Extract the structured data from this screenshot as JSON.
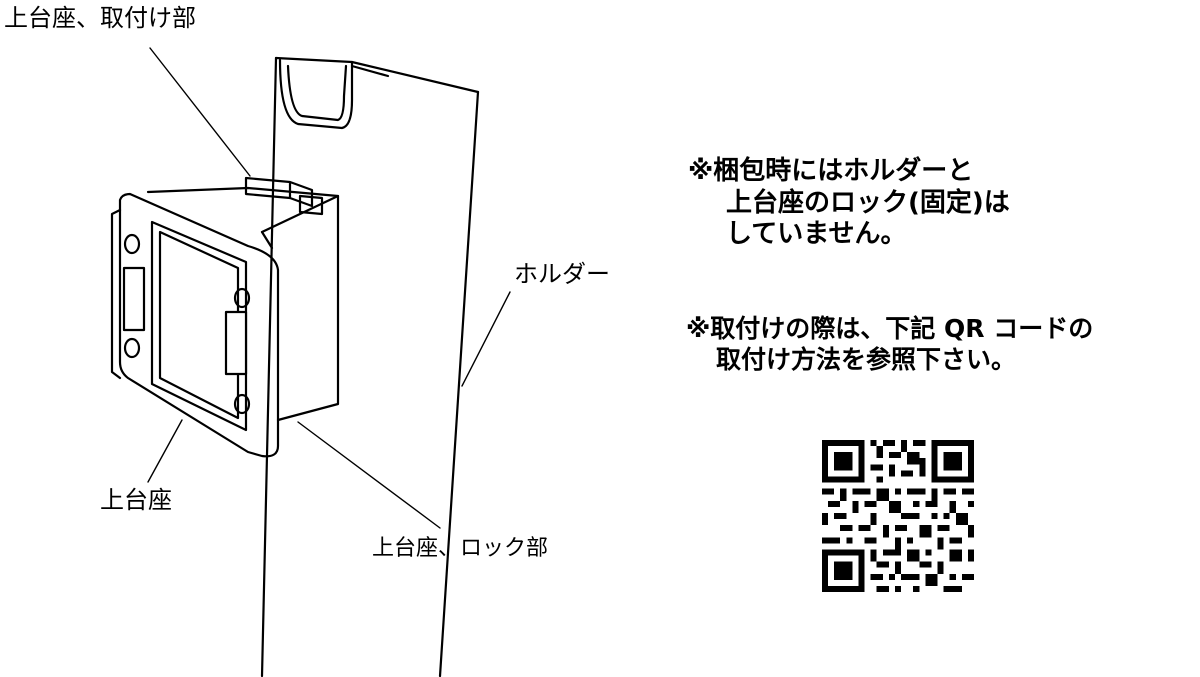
{
  "callouts": {
    "mount_part": "上台座、取付け部",
    "holder": "ホルダー",
    "base": "上台座",
    "lock_part": "上台座、ロック部"
  },
  "notes": {
    "lock_note": {
      "line1": "※梱包時にはホルダーと",
      "line2": "上台座のロック(固定)は",
      "line3": "していません。"
    },
    "install_note": {
      "line1": "※取付けの際は、下記 QR コードの",
      "line2": "取付け方法を参照下さい。"
    }
  },
  "qr_code": {
    "icon": "qr-code-icon"
  }
}
